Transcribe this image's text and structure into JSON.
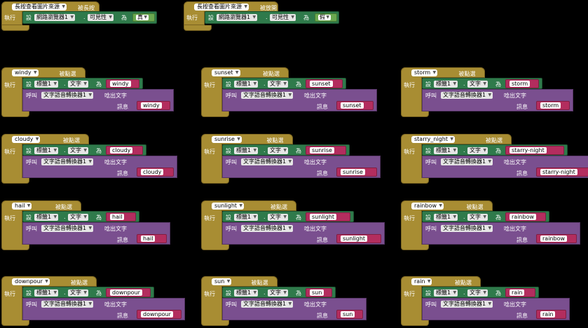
{
  "labels": {
    "exec": "執行",
    "set": "設",
    "to": "為",
    "call": "呼叫",
    "speak": "唸出文字",
    "message": "訊息",
    "clicked": "被點選",
    "text_prop": "文字",
    "label_comp": "標籤1",
    "tts_comp": "文字語音轉換器1",
    "dot": "."
  },
  "long_press": {
    "comp": "長按查看圖片來源",
    "event": "被長按",
    "set_comp": "網路瀏覽器1",
    "set_prop": "可見性",
    "value": "真"
  },
  "release": {
    "comp": "長按查看圖片來源",
    "event": "被放開",
    "set_comp": "網路瀏覽器1",
    "set_prop": "可見性",
    "value": "假"
  },
  "blocks": [
    {
      "button": "windy",
      "text": "windy",
      "speak": "windy"
    },
    {
      "button": "sunset",
      "text": "sunset",
      "speak": "sunset"
    },
    {
      "button": "storm",
      "text": "storm",
      "speak": "storm"
    },
    {
      "button": "cloudy",
      "text": "cloudy",
      "speak": "cloudy"
    },
    {
      "button": "sunrise",
      "text": "sunrise",
      "speak": "sunrise"
    },
    {
      "button": "starry_night",
      "text": "starry-night",
      "speak": "starry-night"
    },
    {
      "button": "hail",
      "text": "hail",
      "speak": "hail"
    },
    {
      "button": "sunlight",
      "text": "sunlight",
      "speak": "sunlight"
    },
    {
      "button": "rainbow",
      "text": "rainbow",
      "speak": "rainbow"
    },
    {
      "button": "downpour",
      "text": "downpour",
      "speak": "downpour"
    },
    {
      "button": "sun",
      "text": "sun",
      "speak": "sun"
    },
    {
      "button": "rain",
      "text": "rain",
      "speak": "rain"
    }
  ]
}
